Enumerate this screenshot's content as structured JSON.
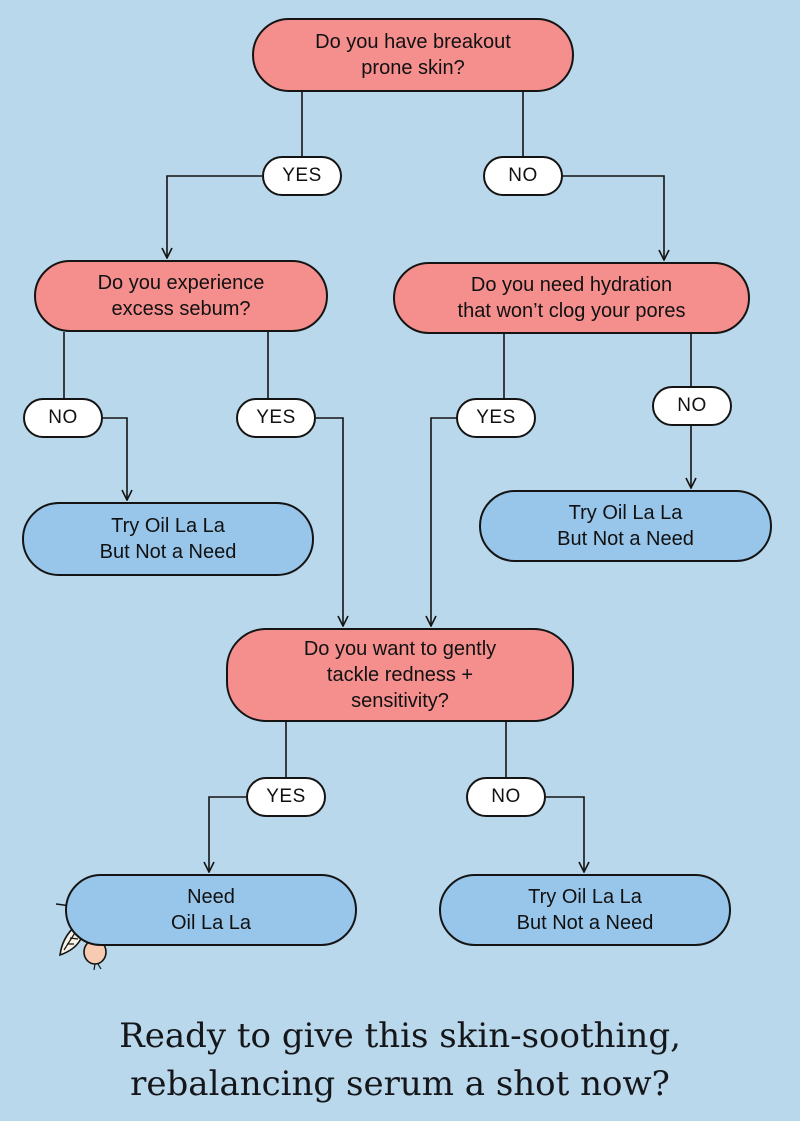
{
  "nodes": {
    "q1": [
      "Do you have breakout",
      "prone skin?"
    ],
    "q2": [
      "Do you experience",
      "excess sebum?"
    ],
    "q3": [
      "Do you need hydration",
      "that won’t clog your pores"
    ],
    "q4": [
      "Do you want to gently",
      "tackle redness +",
      "sensitivity?"
    ],
    "a1": [
      "Try Oil La La",
      "But Not a Need"
    ],
    "a2": [
      "Try Oil La La",
      "But Not a Need"
    ],
    "a3": [
      "Need",
      "Oil La La"
    ],
    "a4": [
      "Try Oil La La",
      "But Not a Need"
    ]
  },
  "labels": {
    "yes": "YES",
    "no": "NO"
  },
  "cta": [
    "Ready to give this skin-soothing,",
    "rebalancing serum a shot now?"
  ],
  "colors": {
    "background": "#b9d8eb",
    "question_fill": "#f48f8e",
    "answer_fill": "#98c6ea",
    "label_fill": "#ffffff",
    "stroke": "#141414"
  },
  "icons": {
    "decoration": "rosehip-berries-icon"
  }
}
